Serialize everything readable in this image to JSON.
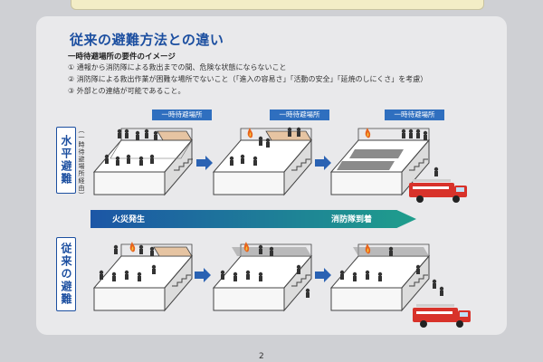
{
  "title": "従来の避難方法との違い",
  "subheading": "一時待避場所の要件のイメージ",
  "requirements": [
    "① 通報から消防隊による救出までの間、危険な状態にならないこと",
    "② 消防隊による救出作業が困難な場所でないこと（「進入の容易さ」「活動の安全」「延焼のしにくさ」を考慮）",
    "③ 外部との連絡が可能であること。"
  ],
  "horizontal": {
    "label": "水平避難",
    "sub_label": "（一時待避場所経由）",
    "stage_tags": [
      "一時待避場所",
      "一時待避場所",
      "一時待避場所"
    ]
  },
  "traditional": {
    "label": "従来の避難"
  },
  "timeline": {
    "start": "火災発生",
    "end": "消防隊到着"
  },
  "page_number": "2",
  "colors": {
    "accent": "#1c4fa0",
    "tag": "#2f6fbf",
    "fire": "#e8641c",
    "truck": "#d8322a"
  },
  "icons": [
    "fire-icon",
    "person-icon",
    "fire-truck-icon",
    "arrow-right-icon",
    "stairs-icon"
  ]
}
